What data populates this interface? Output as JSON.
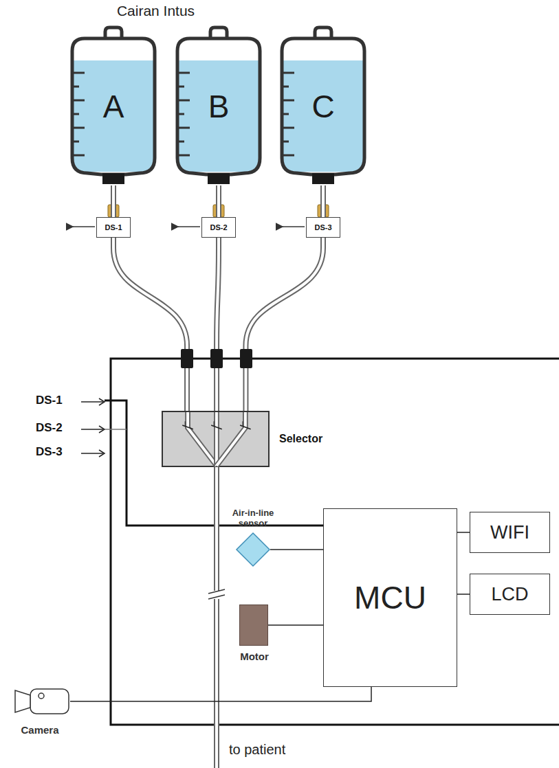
{
  "diagram": {
    "title": "Cairan Intus",
    "nodes": [
      {
        "text": [
          "A"
        ]
      },
      {
        "text": [
          "B"
        ]
      },
      {
        "text": [
          "C"
        ]
      },
      {
        "text": [
          "DS-1"
        ]
      },
      {
        "text": [
          "DS-2"
        ]
      },
      {
        "text": [
          "DS-3"
        ]
      },
      {
        "text": [
          "Selector"
        ]
      },
      {
        "text": [
          "Air-in-line sensor"
        ]
      },
      {
        "text": [
          "MCU"
        ]
      },
      {
        "text": [
          "WIFI"
        ]
      },
      {
        "text": [
          "LCD"
        ]
      },
      {
        "text": [
          "Motor"
        ]
      },
      {
        "text": [
          "Camera"
        ]
      }
    ],
    "edges": [
      {
        "from": 0,
        "to": 3,
        "arrow": "none"
      },
      {
        "from": 1,
        "to": 4,
        "arrow": "none"
      },
      {
        "from": 2,
        "to": 5,
        "arrow": "none"
      },
      {
        "from": 3,
        "to": 6,
        "arrow": "none"
      },
      {
        "from": 4,
        "to": 6,
        "arrow": "none"
      },
      {
        "from": 5,
        "to": 6,
        "arrow": "none"
      },
      {
        "from": 7,
        "to": 8,
        "arrow": "none"
      },
      {
        "from": 11,
        "to": 8,
        "arrow": "none"
      },
      {
        "from": 8,
        "to": 9,
        "arrow": "none"
      },
      {
        "from": 8,
        "to": 10,
        "arrow": "none"
      },
      {
        "from": 12,
        "to": 8,
        "arrow": "none"
      }
    ],
    "labels": [
      "DS-1",
      "DS-2",
      "DS-3",
      "to patient"
    ]
  }
}
